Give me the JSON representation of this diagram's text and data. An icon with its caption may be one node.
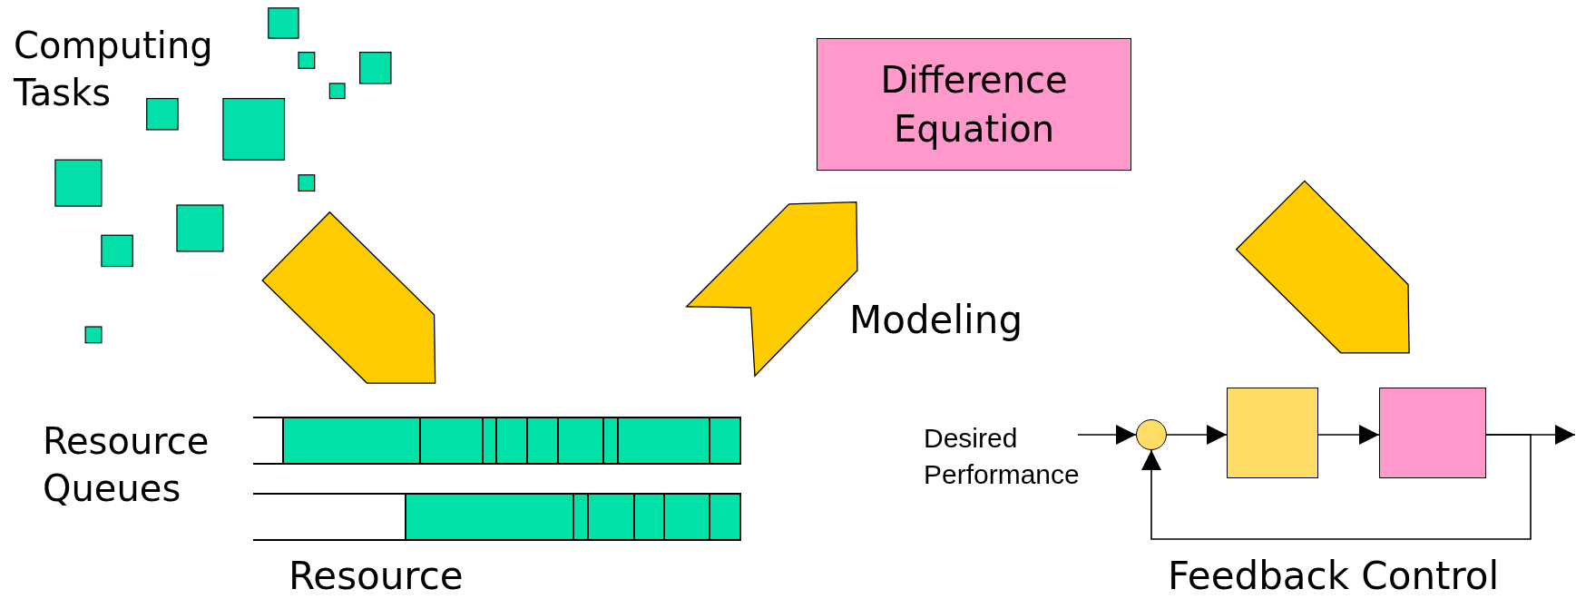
{
  "diagram": {
    "nodes": [
      {
        "text": [
          "Difference Equation"
        ]
      },
      {
        "text": [],
        "shape": "circle"
      },
      {
        "text": [],
        "shape": "box"
      },
      {
        "text": [],
        "shape": "box"
      },
      {
        "text": [
          "Desired Performance"
        ]
      }
    ],
    "edges": [
      {
        "from": 4,
        "to": 1,
        "arrow": "to"
      },
      {
        "from": 1,
        "to": 2,
        "arrow": "to"
      },
      {
        "from": 2,
        "to": 3,
        "arrow": "to"
      },
      {
        "from": 3,
        "to": null,
        "arrow": "to"
      },
      {
        "from": 3,
        "to": 1,
        "arrow": "to"
      }
    ],
    "labels": [
      "Computing Tasks",
      "Modeling",
      "Resource Queues",
      "Resource",
      "Feedback Control"
    ]
  }
}
